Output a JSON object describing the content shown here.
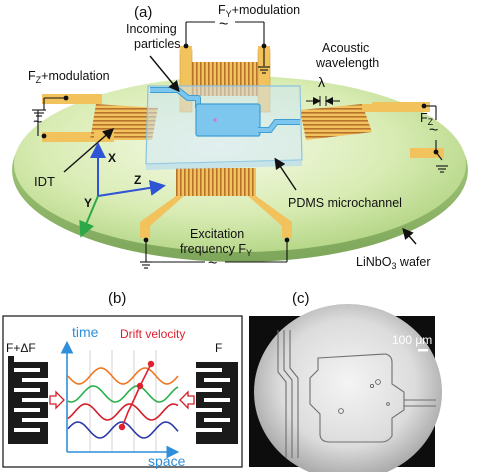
{
  "panel_a": {
    "tag": "(a)",
    "incoming_particles": [
      "Incoming",
      "particles"
    ],
    "fy_modulation": {
      "pre": "F",
      "sub": "Y",
      "post": "+modulation"
    },
    "fz_modulation": {
      "pre": "F",
      "sub": "Z",
      "post": "+modulation"
    },
    "acoustic_wavelength": [
      "Acoustic",
      "wavelength"
    ],
    "lambda": "λ",
    "fz": {
      "pre": "F",
      "sub": "Z"
    },
    "idt": "IDT",
    "axis_x": "X",
    "axis_y": "Y",
    "axis_z": "Z",
    "pdms": "PDMS microchannel",
    "excitation": {
      "line1": "Excitation",
      "pre": "frequency F",
      "sub": "Y"
    },
    "wafer": {
      "pre": "LiNbO",
      "sub": "3",
      "post": " wafer"
    },
    "tilde": "~"
  },
  "panel_b": {
    "tag": "(b)",
    "left_freq": "F+ΔF",
    "right_freq": "F",
    "time": "time",
    "space": "space",
    "drift": "Drift velocity",
    "wave_colors": [
      "#f07820",
      "#2bb24c",
      "#d21f2a",
      "#2b3aa8"
    ]
  },
  "panel_c": {
    "tag": "(c)",
    "scale": "100 μm"
  },
  "colors": {
    "wafer_fill": "#cfe6a6",
    "gold": "#f2c25c",
    "channel": "#7dc6ee",
    "axis_blue": "#2f55d4",
    "axis_green": "#2ca848",
    "time_blue": "#2f8fd8",
    "drift_red": "#e02030"
  }
}
